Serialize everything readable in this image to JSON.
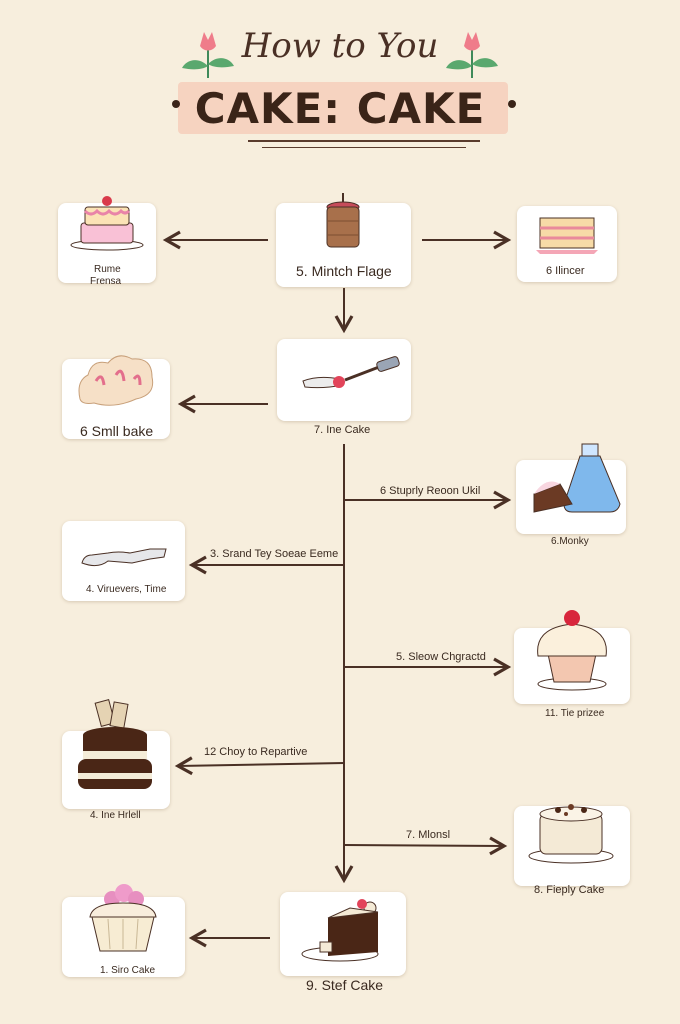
{
  "header": {
    "script_title": "How to You",
    "banner_title": "CAKE:  CAKE"
  },
  "steps": {
    "center_top": "5. Mintch Flage",
    "left_top_a": "Rume",
    "left_top_b": "Frensa",
    "right_top": "6 Ilincer",
    "center_mid": "7. Ine Cake",
    "left_mid": "6 Smll bake",
    "right_bottle": "6.Monky",
    "left_glove": "4. Viruevers, Time",
    "right_cupcake": "11. Tie prizee",
    "left_choc": "4. Ine Hrlell",
    "right_round": "8. Fieply Cake",
    "left_bottom": "1. Siro Cake",
    "center_bottom": "9. Stef Cake"
  },
  "arrow_labels": {
    "a1": "6 Stuprly Reoon Ukil",
    "a2": "3. Srand Tey Soeae Eeme",
    "a3": "5. Sleow Chgractd",
    "a4": "12 Choy to Repartive",
    "a5": "7. Mlonsl"
  },
  "colors": {
    "background": "#f7eedd",
    "arrow": "#4a3025",
    "banner": "#f6d3c0"
  }
}
